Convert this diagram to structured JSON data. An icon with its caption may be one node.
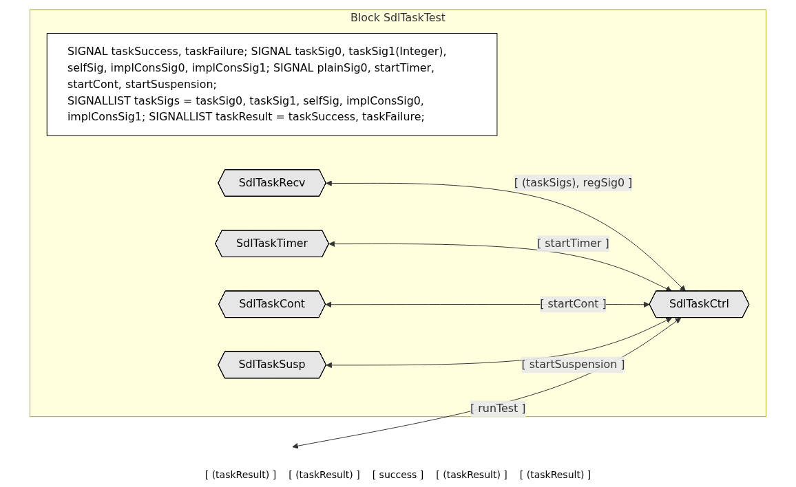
{
  "diagram": {
    "nodes": [
      {
        "text": [
          "Block SdlTaskTest"
        ]
      },
      {
        "text": [
          "SIGNAL taskSuccess, taskFailure; SIGNAL taskSig0, taskSig1(Integer), selfSig, implConsSig0, implConsSig1; SIGNAL plainSig0, startTimer, startCont, startSuspension;",
          "SIGNALLIST taskSigs = taskSig0, taskSig1, selfSig, implConsSig0, implConsSig1; SIGNALLIST taskResult = taskSuccess, taskFailure;"
        ],
        "in": 0
      },
      {
        "text": [
          "SdlTaskRecv"
        ],
        "in": 0
      },
      {
        "text": [
          "SdlTaskTimer"
        ],
        "in": 0
      },
      {
        "text": [
          "SdlTaskCtrl"
        ],
        "in": 0
      },
      {
        "text": [
          "SdlTaskCont"
        ],
        "in": 0
      },
      {
        "text": [
          "SdlTaskSusp"
        ],
        "in": 0
      }
    ],
    "edges": [
      {
        "from": 4,
        "to": 2,
        "arrow": "both",
        "label": "[ (taskSigs), regSig0 ]"
      },
      {
        "from": 4,
        "to": 3,
        "arrow": "both",
        "label": "[ startTimer ]"
      },
      {
        "from": 4,
        "to": null,
        "arrow": "both",
        "label": "[ runTest ]"
      },
      {
        "from": 4,
        "to": 5,
        "arrow": "both",
        "label": "[ startCont ]"
      },
      {
        "from": 4,
        "to": 6,
        "arrow": "both",
        "label": "[ startSuspension ]"
      }
    ],
    "labels": [
      "[ (taskResult) ]",
      "[ (taskResult) ]",
      "[ success ]",
      "[ (taskResult) ]",
      "[ (taskResult) ]"
    ]
  }
}
